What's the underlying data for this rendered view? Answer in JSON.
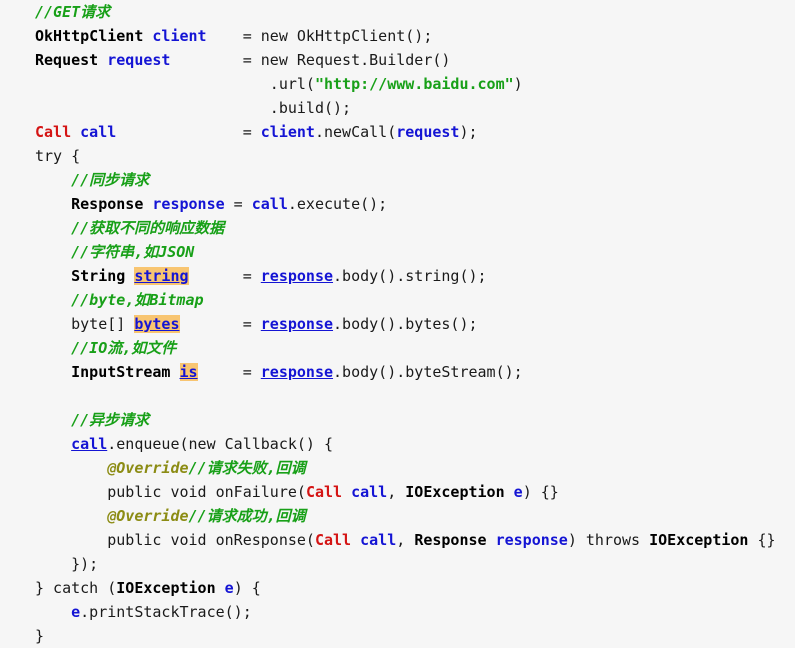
{
  "colors": {
    "background": "#f6f6f6",
    "plain": "#1a1a1a",
    "comment": "#18a018",
    "string": "#18a018",
    "type": "#000000",
    "type_red": "#d41414",
    "variable": "#1414d4",
    "annotation": "#8c8c14",
    "highlight_bg": "#f8c571"
  },
  "code": {
    "language": "java",
    "lines": [
      {
        "segments": [
          {
            "t": "//GET请求",
            "c": "comment"
          }
        ]
      },
      {
        "segments": [
          {
            "t": "OkHttpClient",
            "c": "type"
          },
          {
            "t": " ",
            "c": "plain"
          },
          {
            "t": "client",
            "c": "var"
          },
          {
            "t": "    = new OkHttpClient();",
            "c": "plain"
          }
        ]
      },
      {
        "segments": [
          {
            "t": "Request",
            "c": "type"
          },
          {
            "t": " ",
            "c": "plain"
          },
          {
            "t": "request",
            "c": "var"
          },
          {
            "t": "        = new Request.Builder()",
            "c": "plain"
          }
        ]
      },
      {
        "segments": [
          {
            "t": "                          .url(",
            "c": "plain"
          },
          {
            "t": "\"http://www.baidu.com\"",
            "c": "string"
          },
          {
            "t": ")",
            "c": "plain"
          }
        ]
      },
      {
        "segments": [
          {
            "t": "                          .build();",
            "c": "plain"
          }
        ]
      },
      {
        "segments": [
          {
            "t": "Call",
            "c": "typeRed"
          },
          {
            "t": " ",
            "c": "plain"
          },
          {
            "t": "call",
            "c": "var"
          },
          {
            "t": "              = ",
            "c": "plain"
          },
          {
            "t": "client",
            "c": "var"
          },
          {
            "t": ".newCall(",
            "c": "plain"
          },
          {
            "t": "request",
            "c": "var"
          },
          {
            "t": ");",
            "c": "plain"
          }
        ]
      },
      {
        "segments": [
          {
            "t": "try {",
            "c": "plain"
          }
        ]
      },
      {
        "segments": [
          {
            "t": "    ",
            "c": "plain"
          },
          {
            "t": "//同步请求",
            "c": "comment"
          }
        ]
      },
      {
        "segments": [
          {
            "t": "    ",
            "c": "plain"
          },
          {
            "t": "Response",
            "c": "type"
          },
          {
            "t": " ",
            "c": "plain"
          },
          {
            "t": "response",
            "c": "var"
          },
          {
            "t": " = ",
            "c": "plain"
          },
          {
            "t": "call",
            "c": "var"
          },
          {
            "t": ".execute();",
            "c": "plain"
          }
        ]
      },
      {
        "segments": [
          {
            "t": "    ",
            "c": "plain"
          },
          {
            "t": "//获取不同的响应数据",
            "c": "comment"
          }
        ]
      },
      {
        "segments": [
          {
            "t": "    ",
            "c": "plain"
          },
          {
            "t": "//字符串,如JSON",
            "c": "comment"
          }
        ]
      },
      {
        "segments": [
          {
            "t": "    ",
            "c": "plain"
          },
          {
            "t": "String",
            "c": "type"
          },
          {
            "t": " ",
            "c": "plain"
          },
          {
            "t": "string",
            "c": "hl"
          },
          {
            "t": "      = ",
            "c": "plain"
          },
          {
            "t": "response",
            "c": "varU"
          },
          {
            "t": ".body().string();",
            "c": "plain"
          }
        ]
      },
      {
        "segments": [
          {
            "t": "    ",
            "c": "plain"
          },
          {
            "t": "//byte,如Bitmap",
            "c": "comment"
          }
        ]
      },
      {
        "segments": [
          {
            "t": "    byte[] ",
            "c": "plain"
          },
          {
            "t": "bytes",
            "c": "hl"
          },
          {
            "t": "       = ",
            "c": "plain"
          },
          {
            "t": "response",
            "c": "varU"
          },
          {
            "t": ".body().bytes();",
            "c": "plain"
          }
        ]
      },
      {
        "segments": [
          {
            "t": "    ",
            "c": "plain"
          },
          {
            "t": "//IO流,如文件",
            "c": "comment"
          }
        ]
      },
      {
        "segments": [
          {
            "t": "    ",
            "c": "plain"
          },
          {
            "t": "InputStream",
            "c": "type"
          },
          {
            "t": " ",
            "c": "plain"
          },
          {
            "t": "is",
            "c": "hl"
          },
          {
            "t": "     = ",
            "c": "plain"
          },
          {
            "t": "response",
            "c": "varU"
          },
          {
            "t": ".body().byteStream();",
            "c": "plain"
          }
        ]
      },
      {
        "segments": []
      },
      {
        "segments": [
          {
            "t": "    ",
            "c": "plain"
          },
          {
            "t": "//异步请求",
            "c": "comment"
          }
        ]
      },
      {
        "segments": [
          {
            "t": "    ",
            "c": "plain"
          },
          {
            "t": "call",
            "c": "varU"
          },
          {
            "t": ".enqueue(new Callback() {",
            "c": "plain"
          }
        ]
      },
      {
        "segments": [
          {
            "t": "        ",
            "c": "plain"
          },
          {
            "t": "@Override",
            "c": "ann"
          },
          {
            "t": "//请求失败,回调",
            "c": "comment"
          }
        ]
      },
      {
        "segments": [
          {
            "t": "        public void onFailure(",
            "c": "plain"
          },
          {
            "t": "Call",
            "c": "typeRed"
          },
          {
            "t": " ",
            "c": "plain"
          },
          {
            "t": "call",
            "c": "var"
          },
          {
            "t": ", ",
            "c": "plain"
          },
          {
            "t": "IOException",
            "c": "type"
          },
          {
            "t": " ",
            "c": "plain"
          },
          {
            "t": "e",
            "c": "var"
          },
          {
            "t": ") {}",
            "c": "plain"
          }
        ]
      },
      {
        "segments": [
          {
            "t": "        ",
            "c": "plain"
          },
          {
            "t": "@Override",
            "c": "ann"
          },
          {
            "t": "//请求成功,回调",
            "c": "comment"
          }
        ]
      },
      {
        "segments": [
          {
            "t": "        public void onResponse(",
            "c": "plain"
          },
          {
            "t": "Call",
            "c": "typeRed"
          },
          {
            "t": " ",
            "c": "plain"
          },
          {
            "t": "call",
            "c": "var"
          },
          {
            "t": ", ",
            "c": "plain"
          },
          {
            "t": "Response",
            "c": "type"
          },
          {
            "t": " ",
            "c": "plain"
          },
          {
            "t": "response",
            "c": "var"
          },
          {
            "t": ") throws ",
            "c": "plain"
          },
          {
            "t": "IOException",
            "c": "type"
          },
          {
            "t": " {}",
            "c": "plain"
          }
        ]
      },
      {
        "segments": [
          {
            "t": "    });",
            "c": "plain"
          }
        ]
      },
      {
        "segments": [
          {
            "t": "} catch (",
            "c": "plain"
          },
          {
            "t": "IOException",
            "c": "type"
          },
          {
            "t": " ",
            "c": "plain"
          },
          {
            "t": "e",
            "c": "var"
          },
          {
            "t": ") {",
            "c": "plain"
          }
        ]
      },
      {
        "segments": [
          {
            "t": "    ",
            "c": "plain"
          },
          {
            "t": "e",
            "c": "var"
          },
          {
            "t": ".printStackTrace();",
            "c": "plain"
          }
        ]
      },
      {
        "segments": [
          {
            "t": "}",
            "c": "plain"
          }
        ]
      }
    ]
  }
}
